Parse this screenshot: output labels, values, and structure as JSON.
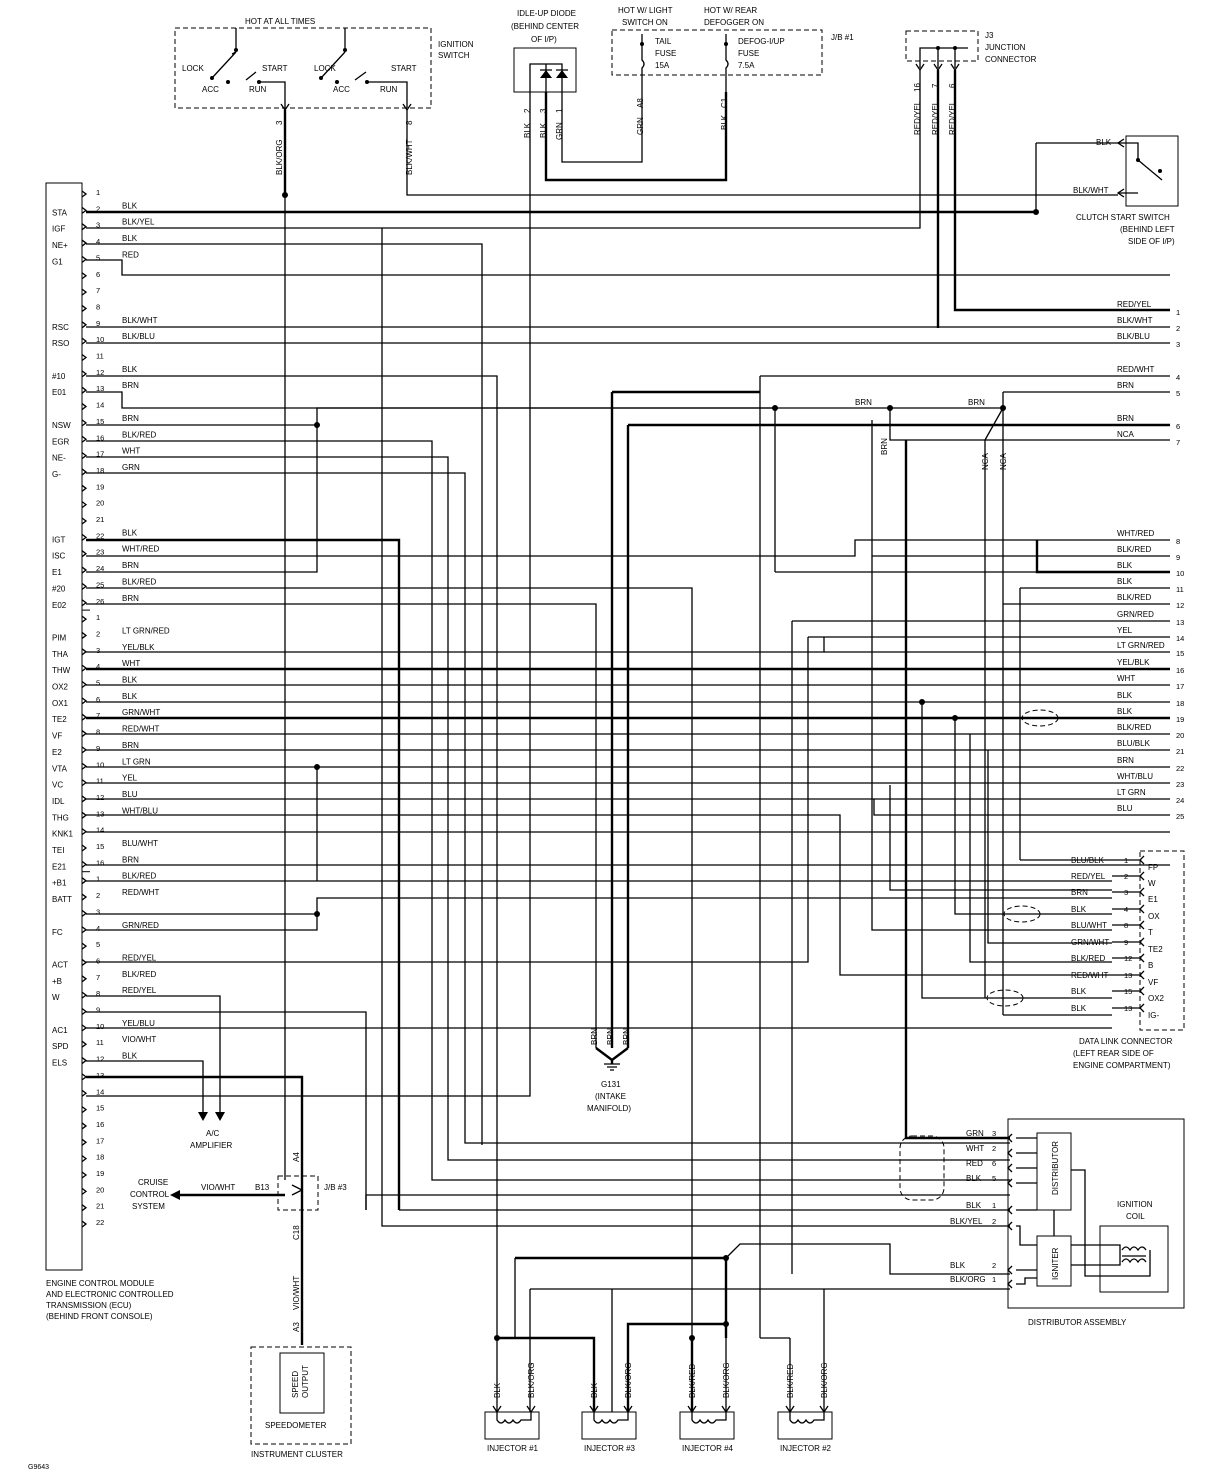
{
  "ecu": {
    "label_lines": [
      "ENGINE CONTROL MODULE",
      "AND ELECTRONIC CONTROLLED",
      "TRANSMISSION (ECU)",
      "(BEHIND FRONT CONSOLE)"
    ],
    "pins": [
      {
        "n": "1",
        "sig": "",
        "col": ""
      },
      {
        "n": "2",
        "sig": "STA",
        "col": "BLK"
      },
      {
        "n": "3",
        "sig": "IGF",
        "col": "BLK/YEL"
      },
      {
        "n": "4",
        "sig": "NE+",
        "col": "BLK"
      },
      {
        "n": "5",
        "sig": "G1",
        "col": "RED"
      },
      {
        "n": "6",
        "sig": "",
        "col": ""
      },
      {
        "n": "7",
        "sig": "",
        "col": ""
      },
      {
        "n": "8",
        "sig": "",
        "col": ""
      },
      {
        "n": "9",
        "sig": "RSC",
        "col": "BLK/WHT"
      },
      {
        "n": "10",
        "sig": "RSO",
        "col": "BLK/BLU"
      },
      {
        "n": "11",
        "sig": "",
        "col": ""
      },
      {
        "n": "12",
        "sig": "#10",
        "col": "BLK"
      },
      {
        "n": "13",
        "sig": "E01",
        "col": "BRN"
      },
      {
        "n": "14",
        "sig": "",
        "col": ""
      },
      {
        "n": "15",
        "sig": "NSW",
        "col": "BRN"
      },
      {
        "n": "16",
        "sig": "EGR",
        "col": "BLK/RED"
      },
      {
        "n": "17",
        "sig": "NE-",
        "col": "WHT"
      },
      {
        "n": "18",
        "sig": "G-",
        "col": "GRN"
      },
      {
        "n": "19",
        "sig": "",
        "col": ""
      },
      {
        "n": "20",
        "sig": "",
        "col": ""
      },
      {
        "n": "21",
        "sig": "",
        "col": ""
      },
      {
        "n": "22",
        "sig": "IGT",
        "col": "BLK"
      },
      {
        "n": "23",
        "sig": "ISC",
        "col": "WHT/RED"
      },
      {
        "n": "24",
        "sig": "E1",
        "col": "BRN"
      },
      {
        "n": "25",
        "sig": "#20",
        "col": "BLK/RED"
      },
      {
        "n": "26",
        "sig": "E02",
        "col": "BRN"
      },
      {
        "n": "1",
        "sig": "",
        "col": ""
      },
      {
        "n": "2",
        "sig": "PIM",
        "col": "LT GRN/RED"
      },
      {
        "n": "3",
        "sig": "THA",
        "col": "YEL/BLK"
      },
      {
        "n": "4",
        "sig": "THW",
        "col": "WHT"
      },
      {
        "n": "5",
        "sig": "OX2",
        "col": "BLK"
      },
      {
        "n": "6",
        "sig": "OX1",
        "col": "BLK"
      },
      {
        "n": "7",
        "sig": "TE2",
        "col": "GRN/WHT"
      },
      {
        "n": "8",
        "sig": "VF",
        "col": "RED/WHT"
      },
      {
        "n": "9",
        "sig": "E2",
        "col": "BRN"
      },
      {
        "n": "10",
        "sig": "VTA",
        "col": "LT GRN"
      },
      {
        "n": "11",
        "sig": "VC",
        "col": "YEL"
      },
      {
        "n": "12",
        "sig": "IDL",
        "col": "BLU"
      },
      {
        "n": "13",
        "sig": "THG",
        "col": "WHT/BLU"
      },
      {
        "n": "14",
        "sig": "KNK1",
        "col": ""
      },
      {
        "n": "15",
        "sig": "TEI",
        "col": "BLU/WHT"
      },
      {
        "n": "16",
        "sig": "E21",
        "col": "BRN"
      },
      {
        "n": "1",
        "sig": "+B1",
        "col": "BLK/RED"
      },
      {
        "n": "2",
        "sig": "BATT",
        "col": "RED/WHT"
      },
      {
        "n": "3",
        "sig": "",
        "col": ""
      },
      {
        "n": "4",
        "sig": "FC",
        "col": "GRN/RED"
      },
      {
        "n": "5",
        "sig": "",
        "col": ""
      },
      {
        "n": "6",
        "sig": "ACT",
        "col": "RED/YEL"
      },
      {
        "n": "7",
        "sig": "+B",
        "col": "BLK/RED"
      },
      {
        "n": "8",
        "sig": "W",
        "col": "RED/YEL"
      },
      {
        "n": "9",
        "sig": "",
        "col": ""
      },
      {
        "n": "10",
        "sig": "AC1",
        "col": "YEL/BLU"
      },
      {
        "n": "11",
        "sig": "SPD",
        "col": "VIO/WHT"
      },
      {
        "n": "12",
        "sig": "ELS",
        "col": "BLK"
      },
      {
        "n": "13",
        "sig": "",
        "col": ""
      },
      {
        "n": "14",
        "sig": "",
        "col": ""
      },
      {
        "n": "15",
        "sig": "",
        "col": ""
      },
      {
        "n": "16",
        "sig": "",
        "col": ""
      },
      {
        "n": "17",
        "sig": "",
        "col": ""
      },
      {
        "n": "18",
        "sig": "",
        "col": ""
      },
      {
        "n": "19",
        "sig": "",
        "col": ""
      },
      {
        "n": "20",
        "sig": "",
        "col": ""
      },
      {
        "n": "21",
        "sig": "",
        "col": ""
      },
      {
        "n": "22",
        "sig": "",
        "col": ""
      }
    ]
  },
  "ignition_switch": {
    "header": "HOT AT ALL TIMES",
    "label_lines": [
      "IGNITION",
      "SWITCH"
    ],
    "positions": [
      "LOCK",
      "START",
      "ACC",
      "RUN"
    ],
    "wire_left": "BLK/ORG",
    "pin_left": "3",
    "wire_right": "BLK/WHT",
    "pin_right": "8"
  },
  "idle_up_diode": {
    "label_lines": [
      "IDLE-UP DIODE",
      "(BEHIND CENTER",
      "OF I/P)"
    ],
    "pins": [
      "2",
      "3",
      "1"
    ],
    "wires": [
      "BLK",
      "BLK",
      "GRN"
    ]
  },
  "jb1": {
    "label": "J/B #1",
    "left_header": [
      "HOT W/ LIGHT",
      "SWITCH ON"
    ],
    "left_fuse": [
      "TAIL",
      "FUSE",
      "15A"
    ],
    "right_header": [
      "HOT W/ REAR",
      "DEFOGGER ON"
    ],
    "right_fuse": [
      "DEFOG-I/UP",
      "FUSE",
      "7.5A"
    ],
    "pins": [
      "A8",
      "C1"
    ],
    "wires": [
      "GRN",
      "BLK"
    ]
  },
  "j3": {
    "label_lines": [
      "J3",
      "JUNCTION",
      "CONNECTOR"
    ],
    "pins": [
      "16",
      "7",
      "6"
    ],
    "wires": [
      "RED/YEL",
      "RED/YEL",
      "RED/YEL"
    ]
  },
  "clutch_switch": {
    "label_lines": [
      "CLUTCH START SWITCH",
      "(BEHIND LEFT",
      "SIDE OF I/P)"
    ],
    "wires": [
      "BLK",
      "BLK/WHT"
    ]
  },
  "right_terminals": [
    {
      "n": "1",
      "col": "RED/YEL"
    },
    {
      "n": "2",
      "col": "BLK/WHT"
    },
    {
      "n": "3",
      "col": "BLK/BLU"
    },
    {
      "n": "4",
      "col": "RED/WHT"
    },
    {
      "n": "5",
      "col": "BRN"
    },
    {
      "n": "6",
      "col": "BRN"
    },
    {
      "n": "7",
      "col": "NCA"
    },
    {
      "n": "8",
      "col": "WHT/RED"
    },
    {
      "n": "9",
      "col": "BLK/RED"
    },
    {
      "n": "10",
      "col": "BLK"
    },
    {
      "n": "11",
      "col": "BLK"
    },
    {
      "n": "12",
      "col": "BLK/RED"
    },
    {
      "n": "13",
      "col": "GRN/RED"
    },
    {
      "n": "14",
      "col": "YEL"
    },
    {
      "n": "15",
      "col": "LT GRN/RED"
    },
    {
      "n": "16",
      "col": "YEL/BLK"
    },
    {
      "n": "17",
      "col": "WHT"
    },
    {
      "n": "18",
      "col": "BLK"
    },
    {
      "n": "19",
      "col": "BLK"
    },
    {
      "n": "20",
      "col": "BLK/RED"
    },
    {
      "n": "21",
      "col": "BLU/BLK"
    },
    {
      "n": "22",
      "col": "BRN"
    },
    {
      "n": "23",
      "col": "WHT/BLU"
    },
    {
      "n": "24",
      "col": "LT GRN"
    },
    {
      "n": "25",
      "col": "BLU"
    }
  ],
  "mid_labels": {
    "brn_a": "BRN",
    "brn_b": "BRN",
    "brn_v": "BRN",
    "nca_a": "NCA",
    "nca_b": "NCA"
  },
  "dlc": {
    "label_lines": [
      "DATA LINK CONNECTOR",
      "(LEFT REAR SIDE OF",
      "ENGINE COMPARTMENT)"
    ],
    "rows": [
      {
        "col": "BLU/BLK",
        "n": "1",
        "sig": "FP"
      },
      {
        "col": "RED/YEL",
        "n": "2",
        "sig": "W"
      },
      {
        "col": "BRN",
        "n": "3",
        "sig": "E1"
      },
      {
        "col": "BLK",
        "n": "4",
        "sig": "OX"
      },
      {
        "col": "BLU/WHT",
        "n": "8",
        "sig": "T"
      },
      {
        "col": "GRN/WHT",
        "n": "9",
        "sig": "TE2"
      },
      {
        "col": "BLK/RED",
        "n": "12",
        "sig": "B"
      },
      {
        "col": "RED/WHT",
        "n": "13",
        "sig": "VF"
      },
      {
        "col": "BLK",
        "n": "15",
        "sig": "OX2"
      },
      {
        "col": "BLK",
        "n": "13",
        "sig": "IG-"
      }
    ]
  },
  "ground": {
    "label_lines": [
      "G131",
      "(INTAKE",
      "MANIFOLD)"
    ],
    "wires": [
      "BRN",
      "BRN",
      "BRN"
    ]
  },
  "ac_amp": {
    "label_lines": [
      "A/C",
      "AMPLIFIER"
    ]
  },
  "cruise": {
    "label_lines": [
      "CRUISE",
      "CONTROL",
      "SYSTEM"
    ],
    "wire": "VIO/WHT",
    "pin": "B13"
  },
  "jb3": {
    "label": "J/B #3",
    "pin_top": "A4",
    "pin_bottom": "C18",
    "wire": "VIO/WHT",
    "pin_speedo": "A3"
  },
  "speedometer": {
    "label_lines": [
      "SPEED",
      "OUTPUT"
    ],
    "name": "SPEEDOMETER",
    "cluster": "INSTRUMENT CLUSTER"
  },
  "distributor": {
    "rows": [
      {
        "col": "GRN",
        "n": "3"
      },
      {
        "col": "WHT",
        "n": "2"
      },
      {
        "col": "RED",
        "n": "6"
      },
      {
        "col": "BLK",
        "n": "5"
      },
      {
        "col": "BLK",
        "n": "1"
      },
      {
        "col": "BLK/YEL",
        "n": "2"
      },
      {
        "col": "BLK",
        "n": "2"
      },
      {
        "col": "BLK/ORG",
        "n": "1"
      }
    ],
    "dist_label": "DISTRIBUTOR",
    "igniter_label": "IGNITER",
    "coil_lines": [
      "IGNITION",
      "COIL"
    ],
    "assembly": "DISTRIBUTOR ASSEMBLY"
  },
  "injectors": [
    {
      "name": "INJECTOR #1",
      "w1": "BLK",
      "w2": "BLK/ORG"
    },
    {
      "name": "INJECTOR #3",
      "w1": "BLK",
      "w2": "BLK/ORG"
    },
    {
      "name": "INJECTOR #4",
      "w1": "BLK/RED",
      "w2": "BLK/ORG"
    },
    {
      "name": "INJECTOR #2",
      "w1": "BLK/RED",
      "w2": "BLK/ORG"
    }
  ],
  "figure_id": "G9643"
}
